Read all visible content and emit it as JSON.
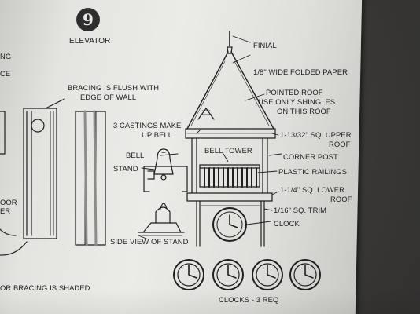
{
  "sheet": {
    "step_number": "9",
    "step_title": "ELEVATOR",
    "edge_labels": [
      "NG",
      "CE",
      "OOR",
      "ER",
      "OR BRACING IS SHADED"
    ],
    "labels": {
      "bracing_flush": "BRACING IS FLUSH WITH",
      "bracing_flush_2": "EDGE OF WALL",
      "castings": "3 CASTINGS MAKE",
      "castings_2": "UP BELL",
      "bell": "BELL",
      "stand": "STAND",
      "side_view": "SIDE VIEW OF STAND",
      "finial": "FINIAL",
      "folded_paper": "1/8\" WIDE FOLDED PAPER",
      "pointed_roof": "POINTED ROOF",
      "pointed_roof_2": "USE ONLY SHINGLES",
      "pointed_roof_3": "ON THIS ROOF",
      "upper_roof": "1-13/32\" SQ. UPPER",
      "upper_roof_2": "ROOF",
      "bell_tower": "BELL TOWER",
      "corner_post": "CORNER POST",
      "plastic_railings": "PLASTIC RAILINGS",
      "lower_roof": "1-1/4\" SQ. LOWER",
      "lower_roof_2": "ROOF",
      "trim": "1/16\" SQ. TRIM",
      "clock": "CLOCK",
      "clocks_req": "CLOCKS - 3 REQ"
    }
  },
  "colors": {
    "ink": "#1d1d1d",
    "paper": "#e6e6e3",
    "carpet": "#3c3b39"
  }
}
